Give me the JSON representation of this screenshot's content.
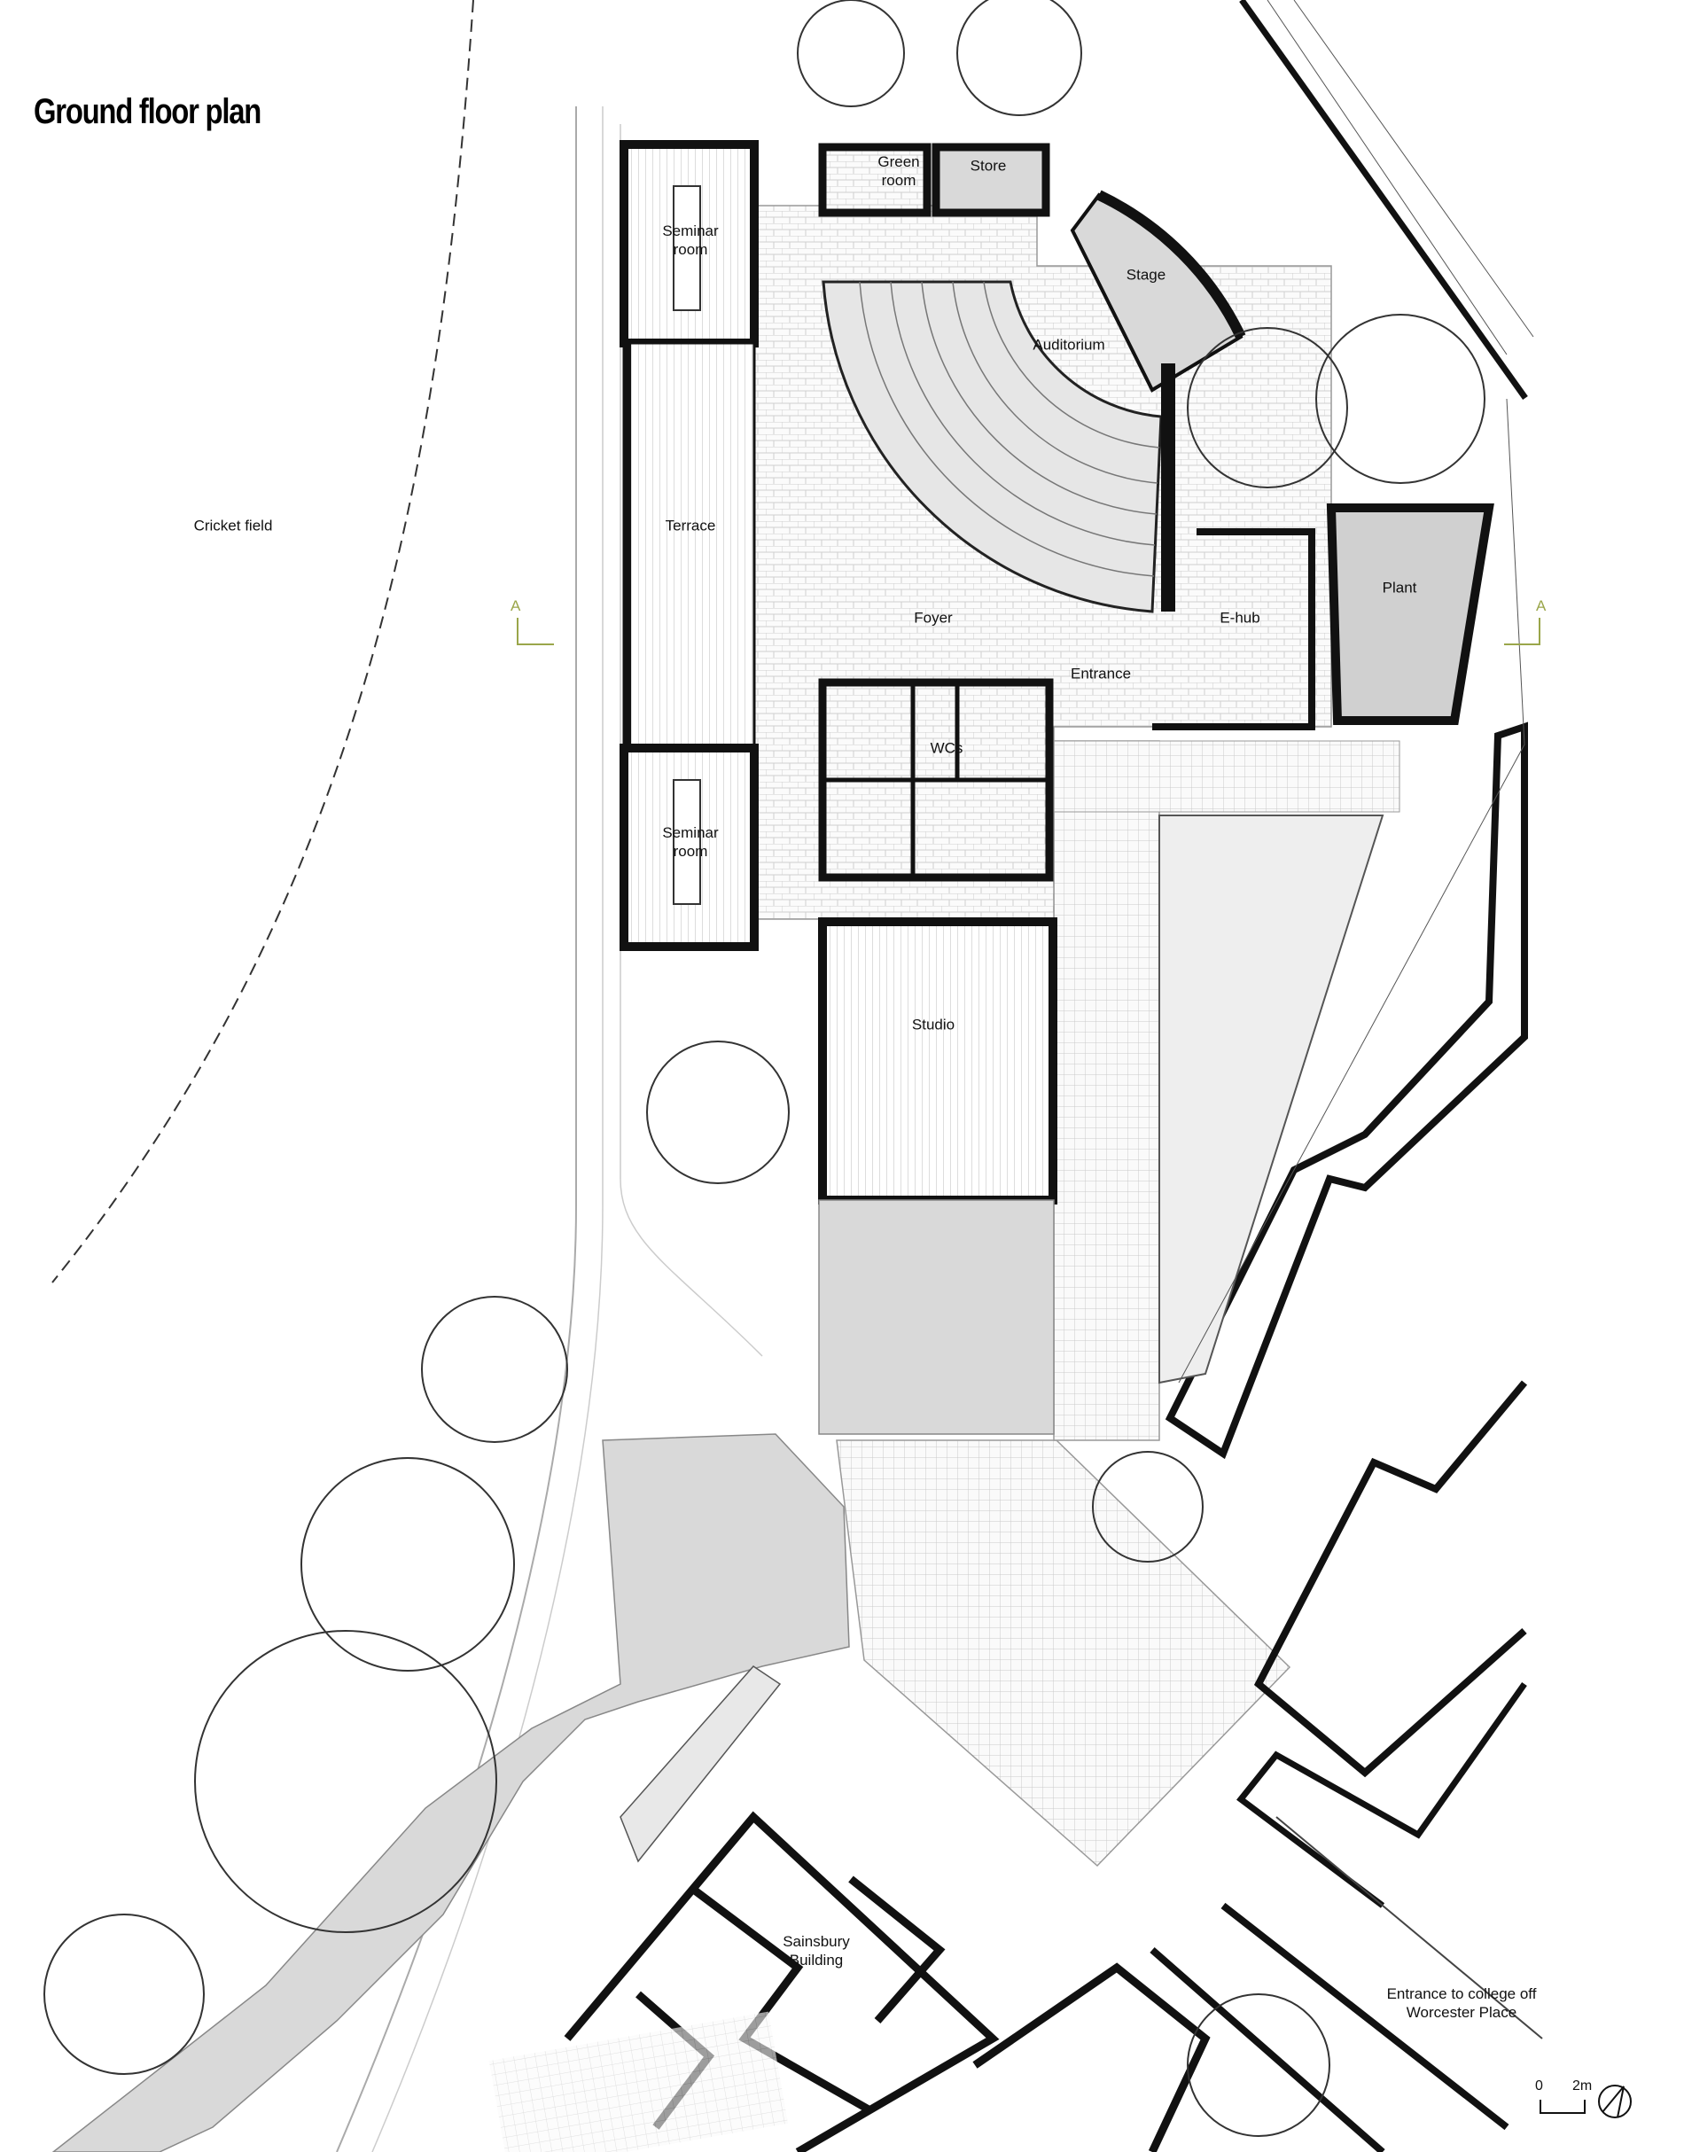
{
  "title": "Ground floor plan",
  "labels": {
    "cricket_field": "Cricket field",
    "seminar_room_top": "Seminar room",
    "green_room": "Green room",
    "store": "Store",
    "stage": "Stage",
    "auditorium": "Auditorium",
    "terrace": "Terrace",
    "foyer": "Foyer",
    "e_hub": "E-hub",
    "plant": "Plant",
    "entrance": "Entrance",
    "wcs": "WCs",
    "seminar_room_bottom": "Seminar room",
    "studio": "Studio",
    "sainsbury_building": "Sainsbury Building",
    "college_entrance": "Entrance to college off Worcester Place"
  },
  "section_marker": {
    "left": "A",
    "right": "A",
    "color": "#9aa64a"
  },
  "scale_bar": {
    "start": "0",
    "end": "2m"
  },
  "north_arrow": "north-arrow-icon",
  "colors": {
    "walls": "#111111",
    "grey_fill": "#d9d9d9",
    "paving": "#f4f4f4"
  }
}
